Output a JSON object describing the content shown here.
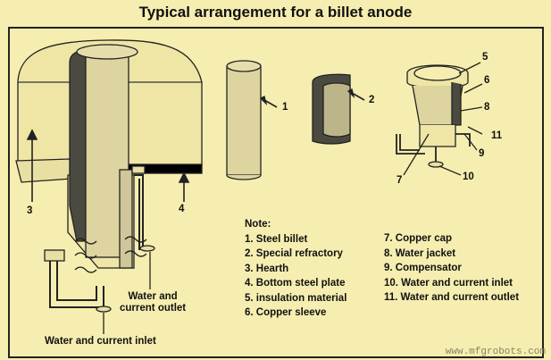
{
  "title": "Typical arrangement for a billet anode",
  "note_heading": "Note:",
  "notes_left": [
    "1. Steel billet",
    "2. Special refractory",
    "3. Hearth",
    "4. Bottom steel plate",
    "5. insulation material",
    "6. Copper sleeve"
  ],
  "notes_right": [
    "7. Copper cap",
    "8. Water jacket",
    "9. Compensator",
    "10. Water and current inlet",
    "11. Water and current outlet"
  ],
  "callouts": {
    "c1": "1",
    "c2": "2",
    "c3": "3",
    "c4": "4",
    "c5": "5",
    "c6": "6",
    "c7": "7",
    "c8": "8",
    "c9": "9",
    "c10": "10",
    "c11": "11"
  },
  "water_outlet_label": [
    "Water and",
    "current outlet"
  ],
  "water_inlet_label": "Water and current inlet",
  "watermark": "www.mfgrobots.com",
  "colors": {
    "background": "#f6eeb0",
    "border": "#222222",
    "hearth": "#efe6a6",
    "billet": "#ddd4a0",
    "refractory": "#4a4a40"
  }
}
